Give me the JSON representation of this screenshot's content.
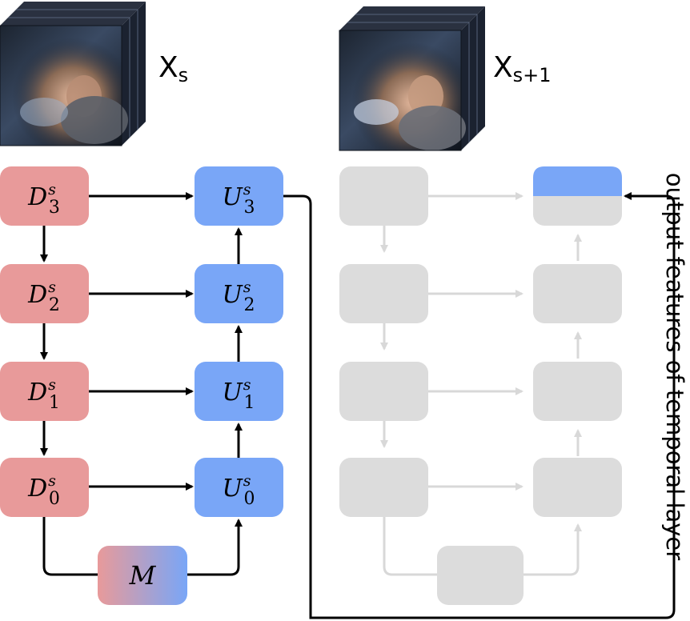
{
  "clips": {
    "current": {
      "base": "X",
      "subscript": "s"
    },
    "next": {
      "base": "X",
      "subscript": "s+1"
    }
  },
  "encoder": [
    {
      "base": "D",
      "sup": "s",
      "sub": "3"
    },
    {
      "base": "D",
      "sup": "s",
      "sub": "2"
    },
    {
      "base": "D",
      "sup": "s",
      "sub": "1"
    },
    {
      "base": "D",
      "sup": "s",
      "sub": "0"
    }
  ],
  "decoder": [
    {
      "base": "U",
      "sup": "s",
      "sub": "3"
    },
    {
      "base": "U",
      "sup": "s",
      "sub": "2"
    },
    {
      "base": "U",
      "sup": "s",
      "sub": "1"
    },
    {
      "base": "U",
      "sup": "s",
      "sub": "0"
    }
  ],
  "middle": {
    "label": "M"
  },
  "side_label": "output features of temporal layer",
  "colors": {
    "encoder": "#e89a9a",
    "decoder": "#79a6f7",
    "inactive_block": "#dcdcdc",
    "inactive_arrow": "#d8d8d8",
    "arrow": "#000000",
    "middle_left": "#e89a9a",
    "middle_right": "#79a6f7"
  }
}
